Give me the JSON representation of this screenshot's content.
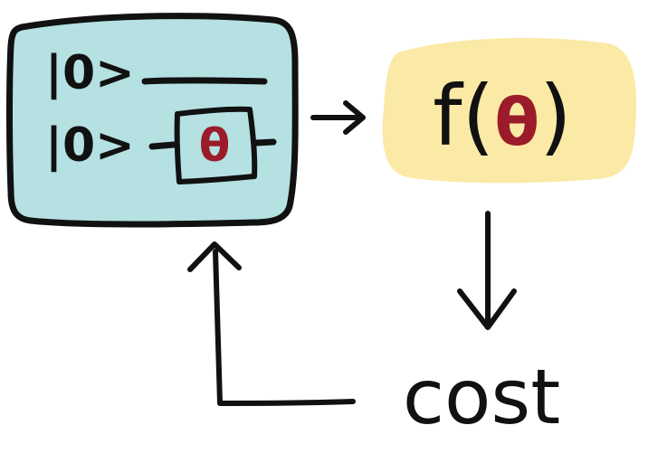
{
  "circuit": {
    "qubit_label_1": "|0>",
    "qubit_label_2": "|0>",
    "gate_param": "θ"
  },
  "function_box": {
    "prefix": "f(",
    "param": "θ",
    "suffix": ")"
  },
  "cost_label": "cost",
  "colors": {
    "circuit_fill": "#b5e1e2",
    "function_fill": "#fbe9a6",
    "param_color": "#9b1b2a",
    "ink": "#111111"
  }
}
